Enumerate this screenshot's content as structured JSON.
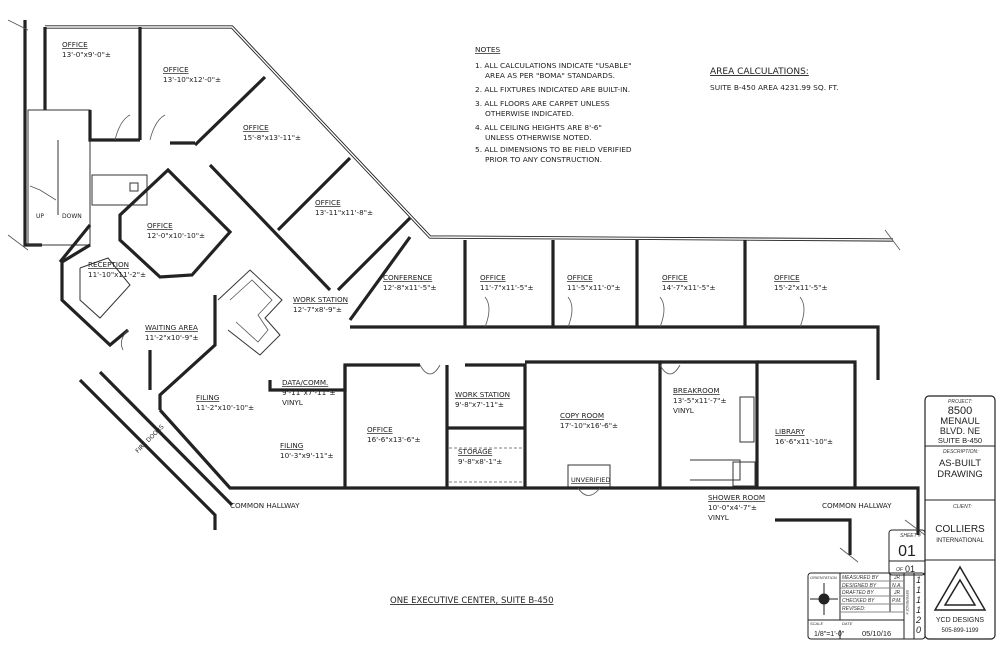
{
  "notes": {
    "title": "NOTES",
    "items": [
      [
        "1. ALL CALCULATIONS INDICATE \"USABLE\"",
        "AREA AS PER \"BOMA\" STANDARDS."
      ],
      [
        "2. ALL FIXTURES INDICATED ARE BUILT-IN."
      ],
      [
        "3. ALL FLOORS ARE CARPET UNLESS",
        "OTHERWISE INDICATED."
      ],
      [
        "4. ALL CEILING HEIGHTS ARE 8'-6\"",
        "UNLESS OTHERWISE NOTED."
      ],
      [
        "5. ALL DIMENSIONS TO BE FIELD VERIFIED",
        "PRIOR TO ANY CONSTRUCTION."
      ]
    ]
  },
  "area": {
    "title": "AREA CALCULATIONS:",
    "line": "SUITE B-450 AREA   4231.99 SQ. FT."
  },
  "rooms": [
    {
      "name": "OFFICE",
      "dim": "13'-0\"x9'-0\"±"
    },
    {
      "name": "OFFICE",
      "dim": "13'-10\"x12'-0\"±"
    },
    {
      "name": "OFFICE",
      "dim": "15'-8\"x13'-11\"±"
    },
    {
      "name": "OFFICE",
      "dim": "13'-11\"x11'-8\"±"
    },
    {
      "name": "OFFICE",
      "dim": "12'-0\"x10'-10\"±"
    },
    {
      "name": "RECEPTION",
      "dim": "11'-10\"x11'-2\"±"
    },
    {
      "name": "WAITING AREA",
      "dim": "11'-2\"x10'-9\"±"
    },
    {
      "name": "WORK STATION",
      "dim": "12'-7\"x8'-9\"±"
    },
    {
      "name": "CONFERENCE",
      "dim": "12'-8\"x11'-5\"±"
    },
    {
      "name": "OFFICE",
      "dim": "11'-7\"x11'-5\"±"
    },
    {
      "name": "OFFICE",
      "dim": "11'-5\"x11'-0\"±"
    },
    {
      "name": "OFFICE",
      "dim": "14'-7\"x11'-5\"±"
    },
    {
      "name": "OFFICE",
      "dim": "15'-2\"x11'-5\"±"
    },
    {
      "name": "DATA/COMM.",
      "dim": "9'-11\"x7'-11\"±",
      "floor": "VINYL"
    },
    {
      "name": "FILING",
      "dim": "11'-2\"x10'-10\"±"
    },
    {
      "name": "FILING",
      "dim": "10'-3\"x9'-11\"±"
    },
    {
      "name": "OFFICE",
      "dim": "16'-6\"x13'-6\"±"
    },
    {
      "name": "WORK STATION",
      "dim": "9'-8\"x7'-11\"±"
    },
    {
      "name": "STORAGE",
      "dim": "9'-8\"x8'-1\"±"
    },
    {
      "name": "COPY ROOM",
      "dim": "17'-10\"x16'-6\"±"
    },
    {
      "name": "BREAKROOM",
      "dim": "13'-5\"x11'-7\"±",
      "floor": "VINYL"
    },
    {
      "name": "LIBRARY",
      "dim": "16'-6\"x11'-10\"±"
    },
    {
      "name": "SHOWER ROOM",
      "dim": "10'-0\"x4'-7\"±",
      "floor": "VINYL"
    }
  ],
  "misc": {
    "up": "UP",
    "down": "DOWN",
    "fire_doors": "FIRE DOORS",
    "unverified": "UNVERIFIED",
    "common_hallway": "COMMON HALLWAY",
    "drawing_title": "ONE EXECUTIVE CENTER, SUITE B-450"
  },
  "title_block": {
    "project_label": "PROJECT:",
    "project": [
      "8500",
      "MENAUL",
      "BLVD. NE",
      "SUITE B-450"
    ],
    "description_label": "DESCRIPTION:",
    "description": [
      "AS-BUILT",
      "DRAWING"
    ],
    "client_label": "CLIENT:",
    "client": [
      "COLLIERS",
      "INTERNATIONAL"
    ],
    "sheet_label": "SHEET #",
    "sheet": "01",
    "of_label": "OF",
    "of": "01",
    "orientation_label": "ORIENTATION",
    "rows": [
      {
        "label": "MEASURED BY",
        "value": "JR"
      },
      {
        "label": "DESIGNED BY",
        "value": "N.A."
      },
      {
        "label": "DRAFTED BY",
        "value": "JR"
      },
      {
        "label": "CHECKED BY",
        "value": "P.M."
      },
      {
        "label": "REVISED:",
        "value": ""
      }
    ],
    "scale_label": "SCALE",
    "scale": "1/8\"=1'-0\"",
    "date_label": "DATE",
    "date": "05/10/16",
    "reference_label": "REFERENCE #",
    "reference": [
      "1",
      "1",
      "1",
      "1",
      "2",
      "0"
    ],
    "company": "YCD DESIGNS",
    "phone": "505-899-1199"
  }
}
